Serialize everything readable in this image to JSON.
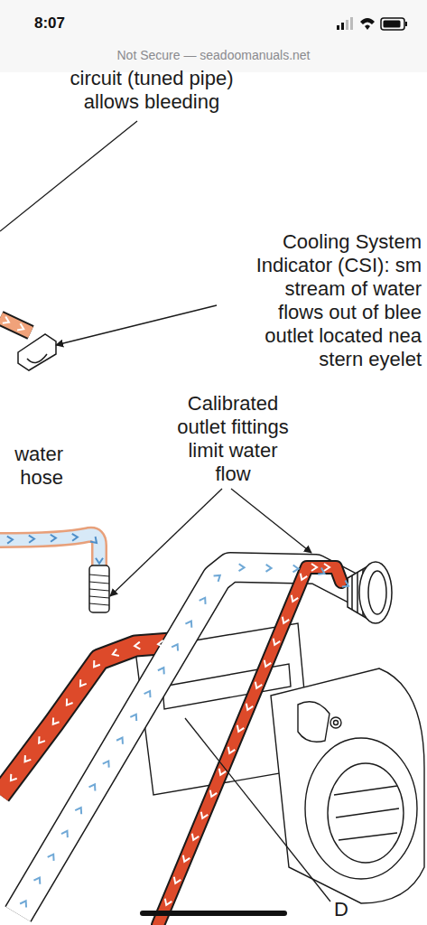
{
  "diagram": {
    "labels": [
      "8:07",
      "Not Secure — seadoomanuals.net",
      "circuit (tuned pipe) allows bleeding",
      "Cooling System Indicator (CSI): sm stream of water flows out of blee outlet located nea stern eyelet",
      "water hose",
      "Calibrated outlet fittings limit water flow",
      "D"
    ]
  }
}
